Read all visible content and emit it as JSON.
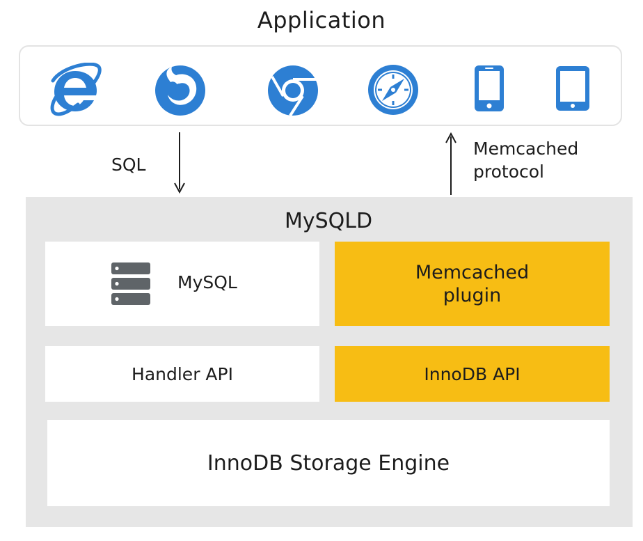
{
  "application": {
    "title": "Application",
    "icons": [
      "internet-explorer",
      "firefox",
      "chrome",
      "safari",
      "smartphone",
      "tablet"
    ]
  },
  "arrows": {
    "down_label": "SQL",
    "up_label_line1": "Memcached",
    "up_label_line2": "protocol"
  },
  "mysqld": {
    "title": "MySQLD",
    "mysql_label": "MySQL",
    "memcached_line1": "Memcached",
    "memcached_line2": "plugin",
    "handler_api": "Handler API",
    "innodb_api": "InnoDB API",
    "storage_engine": "InnoDB Storage Engine"
  },
  "colors": {
    "icon_blue": "#2d7fd3",
    "highlight_yellow": "#f7bd14",
    "panel_gray": "#e6e6e6",
    "server_gray": "#5f6468"
  }
}
